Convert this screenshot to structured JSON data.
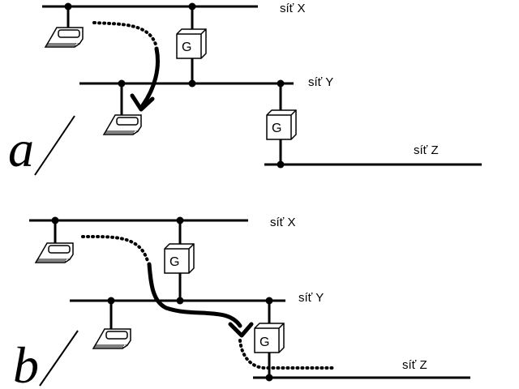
{
  "panel_a": {
    "letter": "a",
    "networks": {
      "x": "síť X",
      "y": "síť Y",
      "z": "síť Z"
    },
    "gateway_1": "G",
    "gateway_2": "G"
  },
  "panel_b": {
    "letter": "b",
    "networks": {
      "x": "síť X",
      "y": "síť Y",
      "z": "síť Z"
    },
    "gateway_1": "G",
    "gateway_2": "G"
  }
}
